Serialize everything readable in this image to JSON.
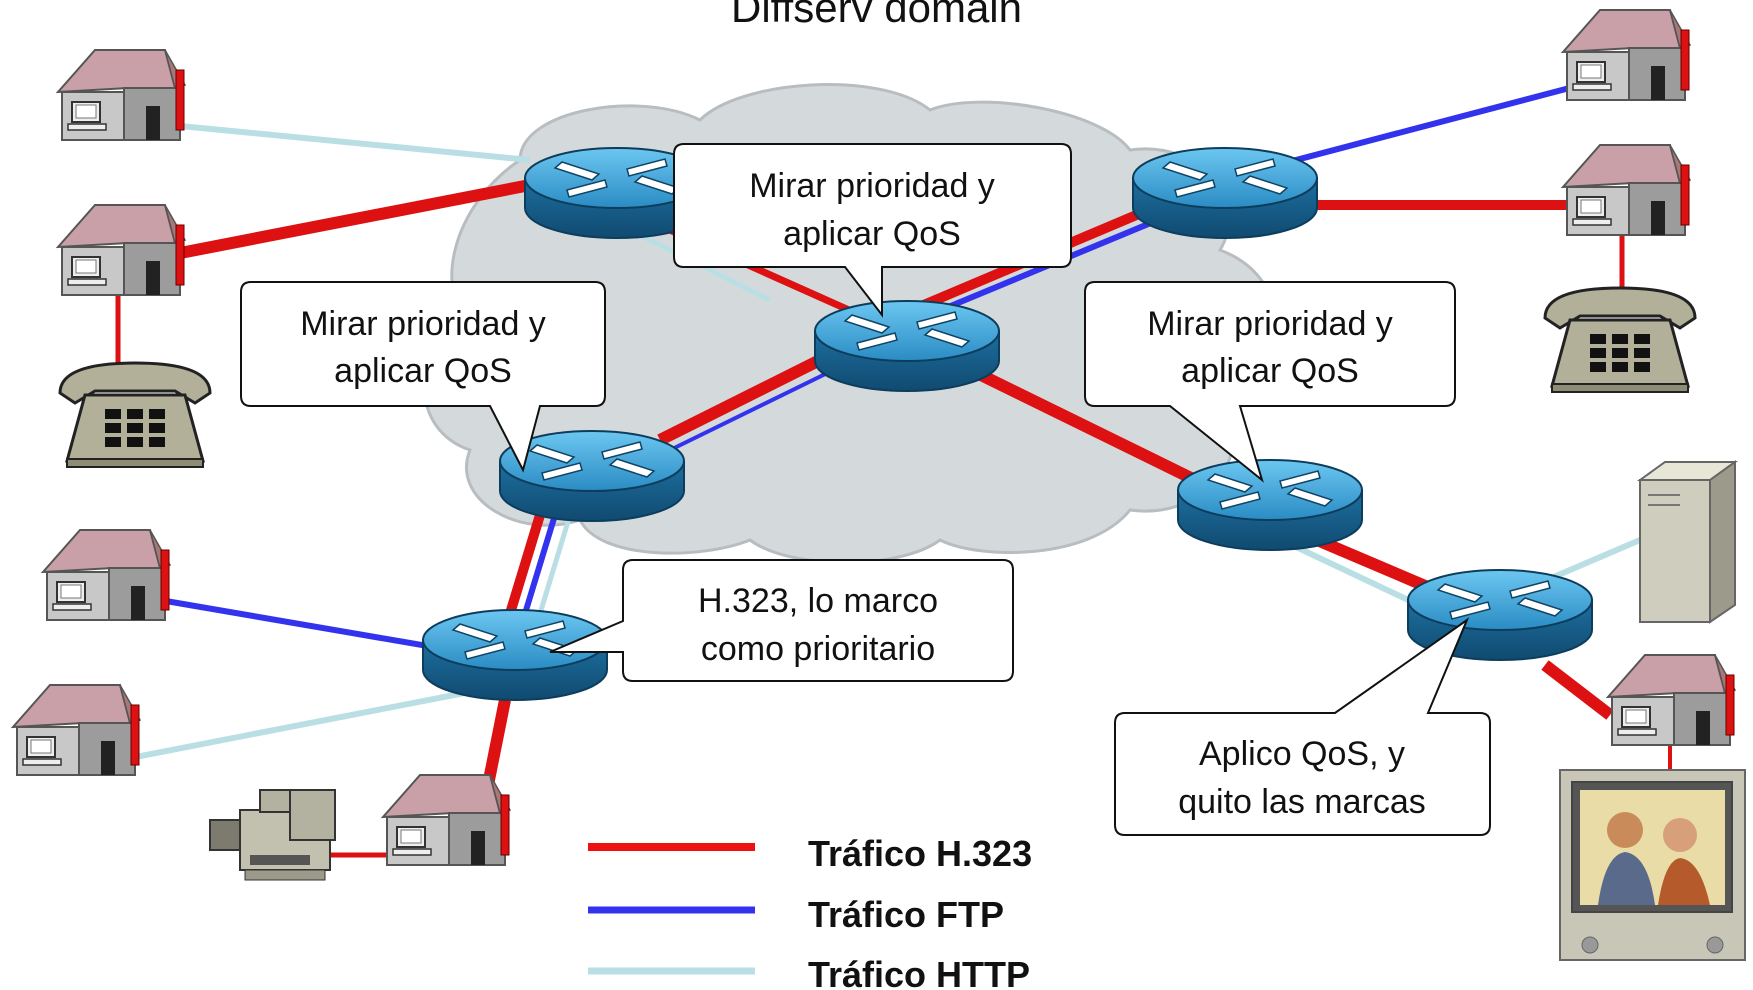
{
  "title": "Diffserv domain",
  "callouts": {
    "top": [
      "Mirar prioridad y",
      "aplicar QoS"
    ],
    "left": [
      "Mirar prioridad y",
      "aplicar QoS"
    ],
    "right": [
      "Mirar prioridad y",
      "aplicar QoS"
    ],
    "edge_in": [
      "H.323, lo marco",
      "como prioritario"
    ],
    "edge_out": [
      "Aplico QoS, y",
      "quito las marcas"
    ]
  },
  "legend": [
    {
      "label": "Tráfico H.323",
      "color": "#ee1111"
    },
    {
      "label": "Tráfico FTP",
      "color": "#3333ee"
    },
    {
      "label": "Tráfico HTTP",
      "color": "#b9dfe4"
    }
  ],
  "colors": {
    "h323": "#ee1111",
    "ftp": "#3333ee",
    "http": "#b9dfe4",
    "cloud": "#d4d9dc",
    "router": "#2f9ad0"
  },
  "icons": [
    "house-icon",
    "router-icon",
    "telephone-icon",
    "server-icon",
    "video-camera-icon",
    "video-monitor-icon"
  ]
}
